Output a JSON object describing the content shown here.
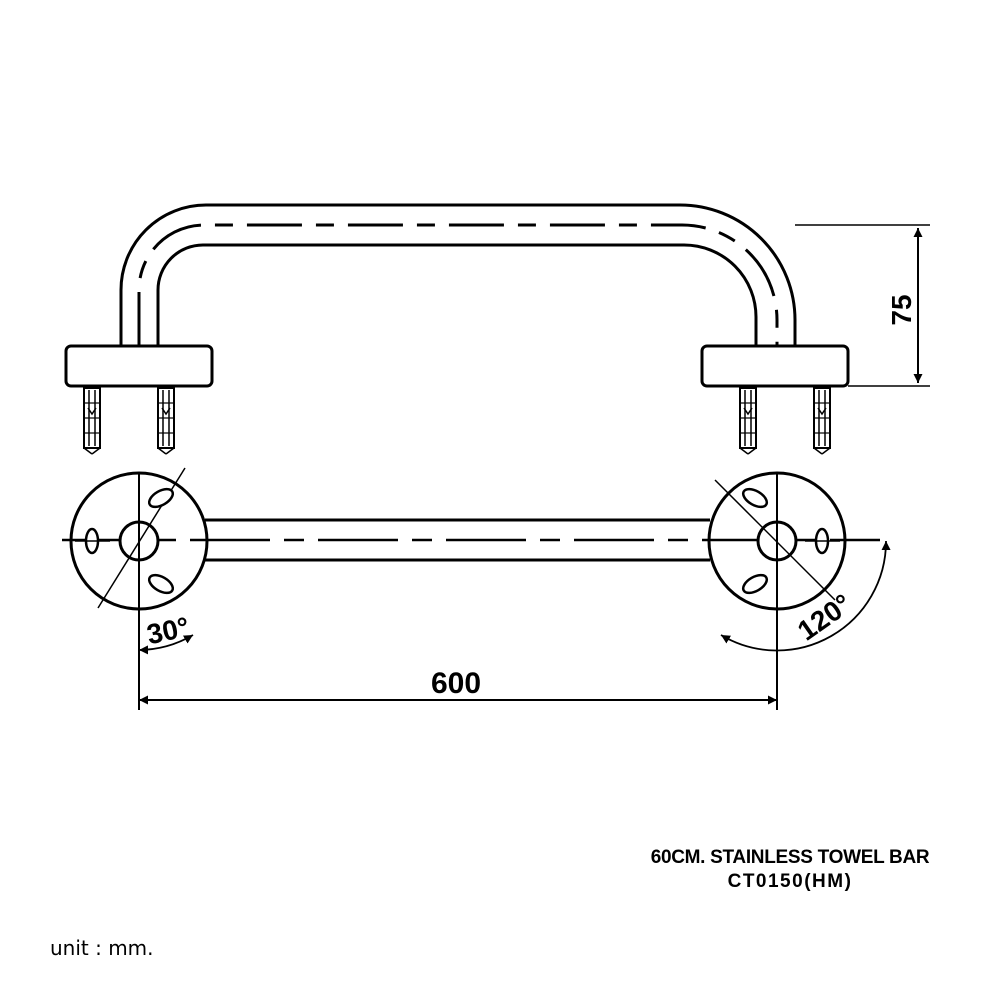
{
  "dimensions": {
    "depth": "75",
    "length": "600",
    "angle_small": "30°",
    "angle_large": "120°"
  },
  "title": {
    "line1": "60CM. STAINLESS  TOWEL BAR",
    "line2": "CT0150(HM)"
  },
  "unit_note": "unit : mm."
}
